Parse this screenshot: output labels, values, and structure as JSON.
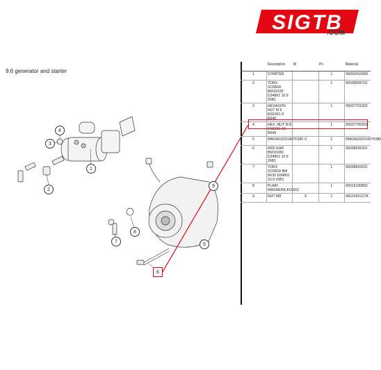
{
  "brand": {
    "logo_text": "SIGTB",
    "domain": ".COM",
    "accent": "#e30613"
  },
  "section": {
    "title": "9.6  generator and starter"
  },
  "table": {
    "headers": [
      "",
      "Description",
      "M",
      "Pc",
      "Material"
    ],
    "rows": [
      {
        "num": "1",
        "desc": "STARTER",
        "m": "",
        "pc": "1",
        "material": "9A260410900"
      },
      {
        "num": "2",
        "desc": "TORX SCREW BM10X35 D34801 10.9 26B1",
        "m": "",
        "pc": "1",
        "material": "90038509701"
      },
      {
        "num": "3",
        "desc": "HEXAGON NUT M 6 EN1661 8 R645",
        "m": "",
        "pc": "1",
        "material": "90037701002"
      },
      {
        "num": "4",
        "desc": "HEX. NUT M 8 EN1661 10 R645",
        "m": "",
        "pc": "1",
        "material": "90037700301"
      },
      {
        "num": "5",
        "desc": "PAK9A16031407F080",
        "m": "X",
        "pc": "1",
        "material": "PAK9A16031407F080"
      },
      {
        "num": "6",
        "desc": "6RD-SHR BM10X80 D34801 10.9 26B1",
        "m": "",
        "pc": "1",
        "material": "90038506201"
      },
      {
        "num": "7",
        "desc": "TORX SCREW BM 8X35 D34801 10.9 26B1",
        "m": "",
        "pc": "1",
        "material": "90038504201"
      },
      {
        "num": "8",
        "desc": "PLAIN WASHER8,4X24X2",
        "m": "",
        "pc": "1",
        "material": "90015100802"
      },
      {
        "num": "9",
        "desc": "NUT M8",
        "m": "X",
        "pc": "1",
        "material": "9A11026127A"
      }
    ]
  },
  "callouts": [
    "1",
    "2",
    "3",
    "4",
    "5",
    "6",
    "7",
    "8",
    "9"
  ],
  "selected_part": "6"
}
